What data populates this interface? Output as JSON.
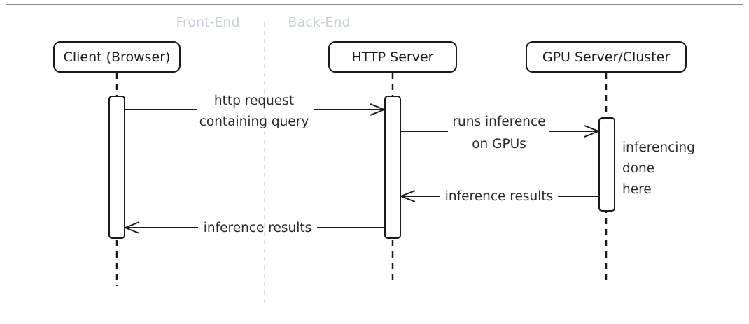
{
  "zones": {
    "front_end": "Front-End",
    "back_end": "Back-End"
  },
  "actors": {
    "client": "Client (Browser)",
    "http_server": "HTTP Server",
    "gpu_server": "GPU Server/Cluster"
  },
  "messages": {
    "request_line1": "http request",
    "request_line2": "containing query",
    "inference_line1": "runs inference",
    "inference_line2": "on GPUs",
    "results_gpu_to_http": "inference results",
    "results_http_to_client": "inference results"
  },
  "notes": {
    "gpu_line1": "inferencing",
    "gpu_line2": "done",
    "gpu_line3": "here"
  },
  "colors": {
    "stroke": "#1a1a1a",
    "zone_text": "#c7cfd8",
    "zone_divider": "#d0d0d0",
    "frame": "#8c8c8c"
  }
}
